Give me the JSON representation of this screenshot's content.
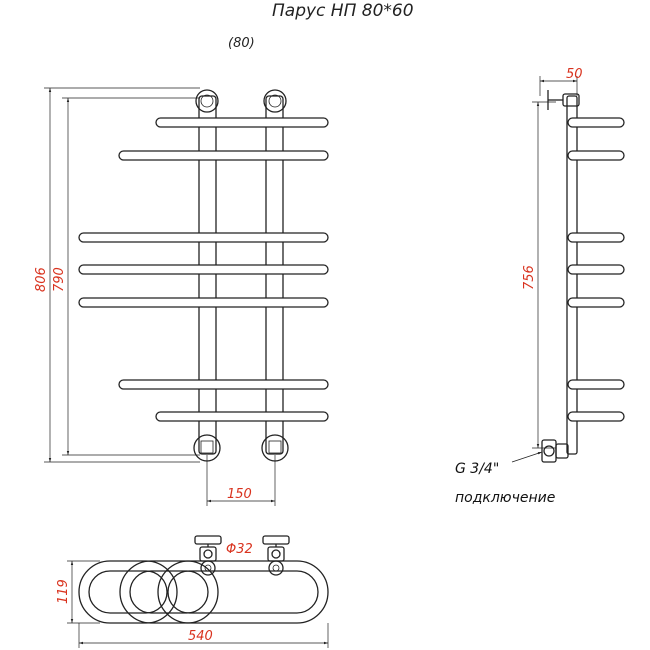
{
  "title": "Парус НП 80*60",
  "subtitle": "(80)",
  "dimensions": {
    "overall_height": "806",
    "bar_span_height": "790",
    "side_height": "756",
    "side_depth": "50",
    "center_distance": "150",
    "pipe_diameter": "Φ32",
    "top_depth": "119",
    "overall_width": "540"
  },
  "connection": {
    "thread": "G 3/4\"",
    "label": "подключение"
  },
  "colors": {
    "dimension_text": "#d9331f",
    "line": "#222222"
  }
}
